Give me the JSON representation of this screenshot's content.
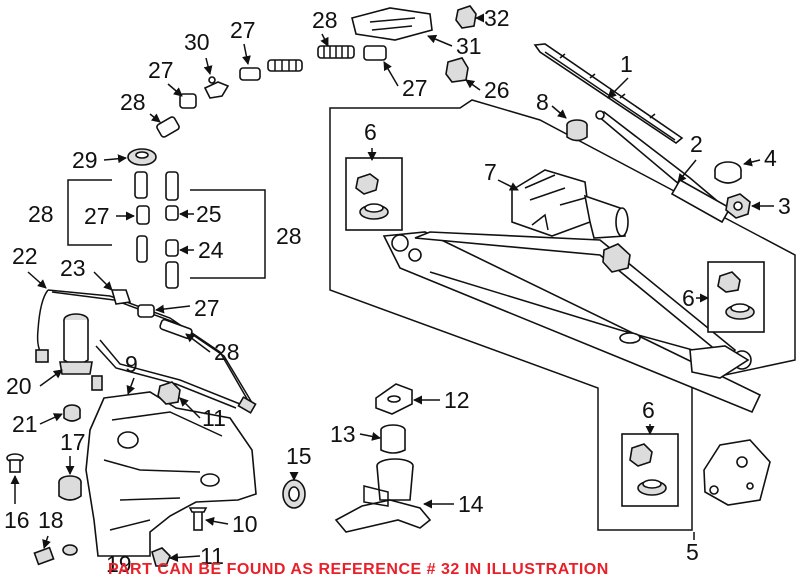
{
  "callouts": {
    "c1": "1",
    "c2": "2",
    "c3": "3",
    "c4": "4",
    "c5": "5",
    "c6a": "6",
    "c6b": "6",
    "c6c": "6",
    "c7": "7",
    "c8": "8",
    "c9": "9",
    "c10": "10",
    "c11a": "11",
    "c11b": "11",
    "c12": "12",
    "c13": "13",
    "c14": "14",
    "c15": "15",
    "c16": "16",
    "c17": "17",
    "c18": "18",
    "c19": "19",
    "c20": "20",
    "c21": "21",
    "c22": "22",
    "c23": "23",
    "c24": "24",
    "c25": "25",
    "c26": "26",
    "c27a": "27",
    "c27b": "27",
    "c27c": "27",
    "c27d": "27",
    "c27e": "27",
    "c28a": "28",
    "c28b": "28",
    "c28c": "28",
    "c28d": "28",
    "c28e": "28",
    "c29": "29",
    "c30": "30",
    "c31": "31",
    "c32": "32"
  },
  "footer_note": "PART CAN BE FOUND AS REFERENCE # 32 IN ILLUSTRATION",
  "colors": {
    "note_text": "#e8202a",
    "line_art": "#111111"
  }
}
